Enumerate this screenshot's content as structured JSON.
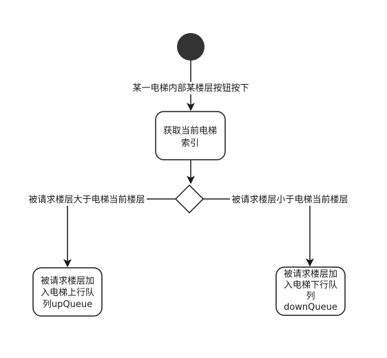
{
  "diagram": {
    "colors": {
      "stroke": "#1a1a1a",
      "start_fill": "#333333",
      "node_fill": "#ffffff",
      "label_bg": "#ffffff"
    },
    "nodes": {
      "start": {
        "kind": "initial-state"
      },
      "get_index": {
        "lines": [
          "获取当前电梯",
          "索引"
        ]
      },
      "decision": {
        "kind": "decision"
      },
      "up_queue": {
        "lines": [
          "被请求楼层加",
          "入电梯上行队",
          "列upQueue"
        ]
      },
      "down_queue": {
        "lines": [
          "被请求楼层加",
          "入电梯下行队",
          "列",
          "downQueue"
        ]
      }
    },
    "edges": {
      "start_to_index": "某一电梯内部某楼层按钮按下",
      "decision_to_up": "被请求楼层大于电梯当前楼层",
      "decision_to_down": "被请求楼层小于电梯当前楼层"
    }
  }
}
